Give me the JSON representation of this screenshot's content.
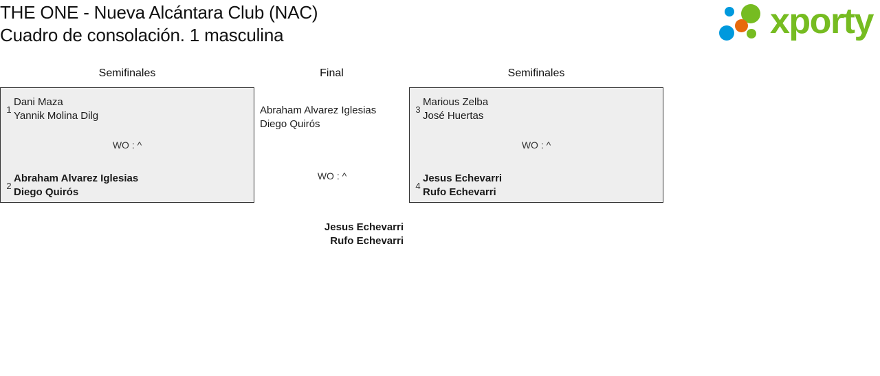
{
  "header": {
    "title_line1": "THE ONE - Nueva Alcántara Club (NAC)",
    "title_line2": "Cuadro de consolación. 1 masculina",
    "logo": {
      "wordmark": "xporty",
      "wordmark_color": "#76bc21",
      "dots": [
        {
          "name": "dot-green-large",
          "color": "#76bc21"
        },
        {
          "name": "dot-blue-small",
          "color": "#0099dd"
        },
        {
          "name": "dot-orange",
          "color": "#e8690b"
        },
        {
          "name": "dot-blue-large",
          "color": "#0099dd"
        },
        {
          "name": "dot-green-small",
          "color": "#76bc21"
        }
      ]
    }
  },
  "bracket": {
    "colors": {
      "box_background": "#eeeeee",
      "box_border": "#333333",
      "text": "#1a1a1a"
    },
    "rounds": [
      {
        "label": "Semifinales",
        "side": "left"
      },
      {
        "label": "Final",
        "side": "center"
      },
      {
        "label": "Semifinales",
        "side": "right"
      }
    ],
    "left_semifinal": {
      "top_team": {
        "seed": "1",
        "player1": "Dani Maza",
        "player2": "Yannik Molina Dilg",
        "winner": false
      },
      "bottom_team": {
        "seed": "2",
        "player1": "Abraham Alvarez Iglesias",
        "player2": "Diego Quirós",
        "winner": true
      },
      "score": "WO : ^"
    },
    "right_semifinal": {
      "top_team": {
        "seed": "3",
        "player1": "Marious Zelba",
        "player2": "José Huertas",
        "winner": false
      },
      "bottom_team": {
        "seed": "4",
        "player1": "Jesus Echevarri",
        "player2": "Rufo Echevarri",
        "winner": true
      },
      "score": "WO : ^"
    },
    "final": {
      "top_team": {
        "player1": "Abraham Alvarez Iglesias",
        "player2": "Diego Quirós",
        "winner": false
      },
      "bottom_team": {
        "player1": "Jesus Echevarri",
        "player2": "Rufo Echevarri",
        "winner": true
      },
      "score": "WO : ^"
    }
  }
}
